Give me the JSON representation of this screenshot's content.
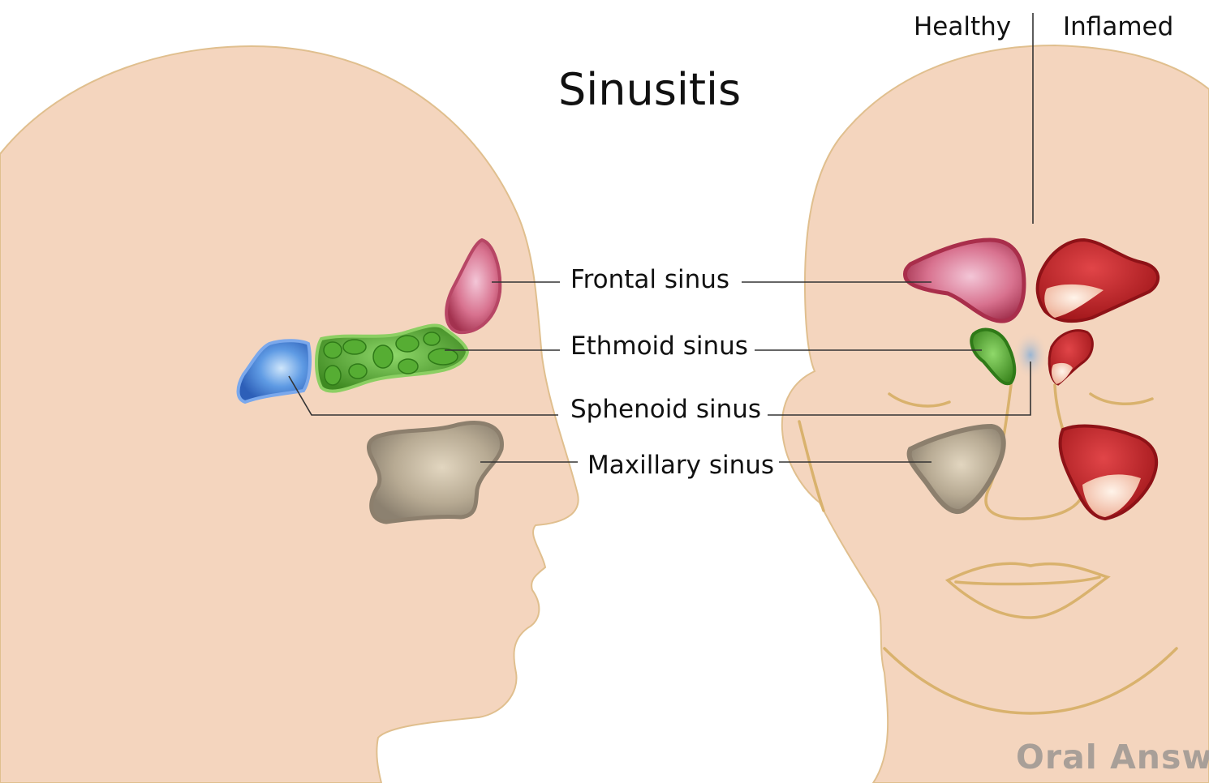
{
  "title": "Sinusitis",
  "columns": {
    "healthy": "Healthy",
    "inflamed": "Inflamed"
  },
  "labels": {
    "frontal": "Frontal sinus",
    "ethmoid": "Ethmoid sinus",
    "sphenoid": "Sphenoid sinus",
    "maxillary": "Maxillary sinus"
  },
  "watermark": "Oral Answe",
  "colors": {
    "skin": "#f4d5be",
    "skin_outline": "#d9b06a",
    "frontal_healthy": "#c8557a",
    "ethmoid": "#4f9e2f",
    "sphenoid": "#3f72c9",
    "maxillary": "#9a8f7d",
    "inflamed": "#c0262c"
  }
}
